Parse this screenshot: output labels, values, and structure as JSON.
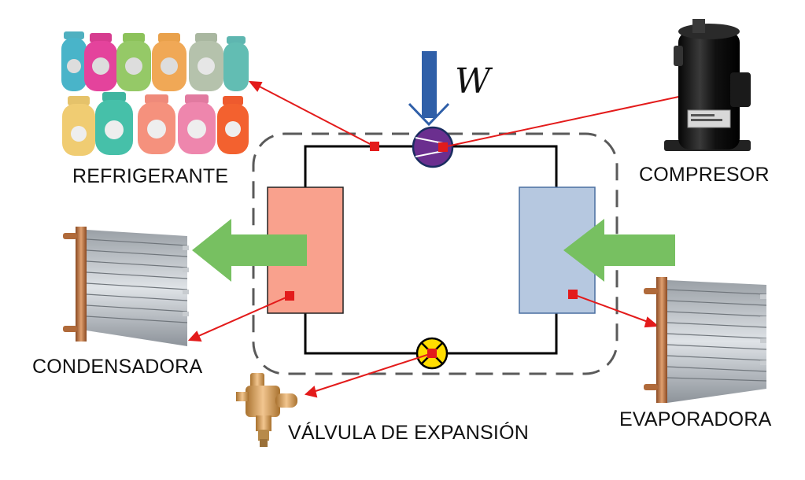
{
  "labels": {
    "refrigerante": "REFRIGERANTE",
    "compresor": "COMPRESOR",
    "condensadora": "CONDENSADORA",
    "evaporadora": "EVAPORADORA",
    "valvula": "VÁLVULA DE EXPANSIÓN",
    "work": "W"
  },
  "colors": {
    "condenser": "#f9a18d",
    "evaporator": "#b6c8e0",
    "heat_arrow": "#77c061",
    "work_arrow": "#2f5fa8",
    "compressor_symbol": "#6b2f8f",
    "valve_symbol": "#ffdd00",
    "pointer": "#e31b1b"
  },
  "icons": [
    "refrigerant-cylinders-icon",
    "compressor-icon",
    "condenser-coil-icon",
    "evaporator-coil-icon",
    "expansion-valve-icon"
  ]
}
